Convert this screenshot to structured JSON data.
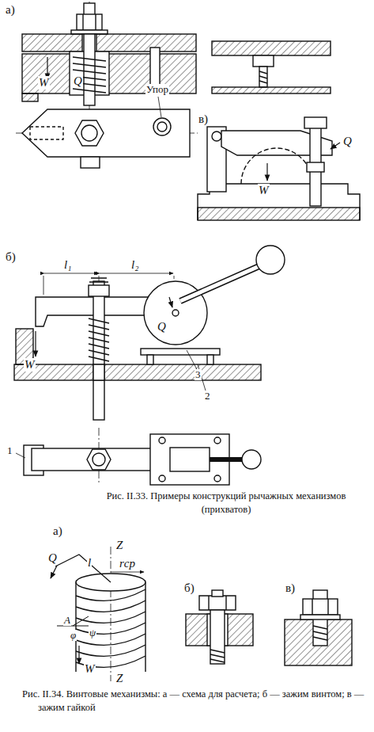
{
  "diagram": {
    "labels": [
      "а)",
      "W",
      "Q",
      "Упор",
      "в)",
      "Q",
      "W",
      "б)",
      "l₁",
      "l₂",
      "Q",
      "W",
      "3",
      "2",
      "1",
      "Рис. II.33. Примеры конструкций рычажных механизмов (прихватов)",
      "а)",
      "Q",
      "l",
      "rср",
      "Z",
      "A",
      "φ",
      "ψ",
      "W",
      "Z",
      "б)",
      "в)",
      "Рис. II.34. Винтовые механизмы: а — схема для расчета; б — зажим винтом; в — зажим гайкой"
    ]
  }
}
